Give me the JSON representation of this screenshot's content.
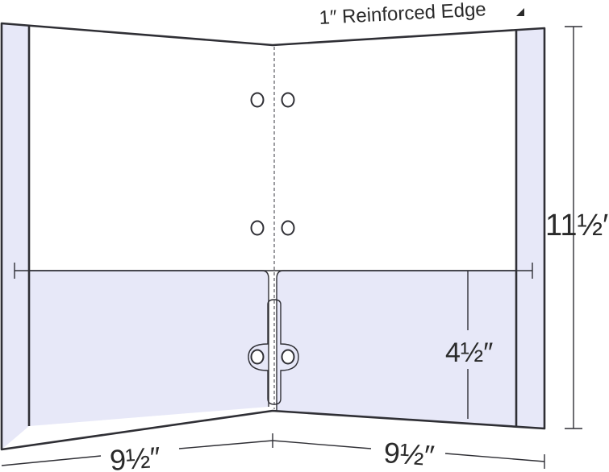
{
  "labels": {
    "reinforced_edge": "1″ Reinforced Edge",
    "height": "11½″",
    "pocket_height": "4½″",
    "left_width": "9½″",
    "right_width": "9½″"
  },
  "colors": {
    "stroke": "#2f2f35",
    "pocket_fill": "#e7e8f8",
    "edge_fill": "#e7e8f8",
    "panel_fill": "#ffffff"
  }
}
